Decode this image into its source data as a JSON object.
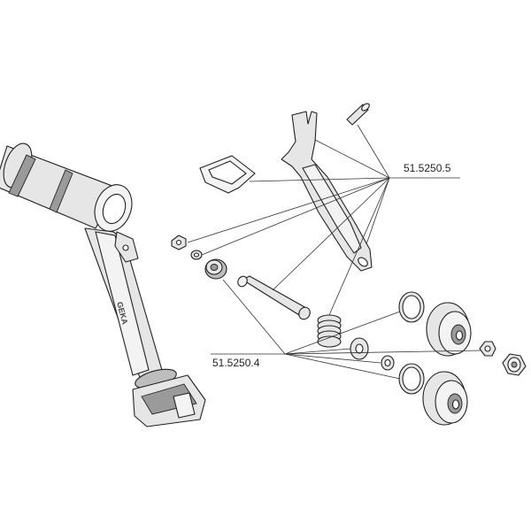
{
  "labels": {
    "top_part_number": "51.5250.5",
    "bottom_part_number": "51.5250.4"
  },
  "brand_mark": "GEKA"
}
